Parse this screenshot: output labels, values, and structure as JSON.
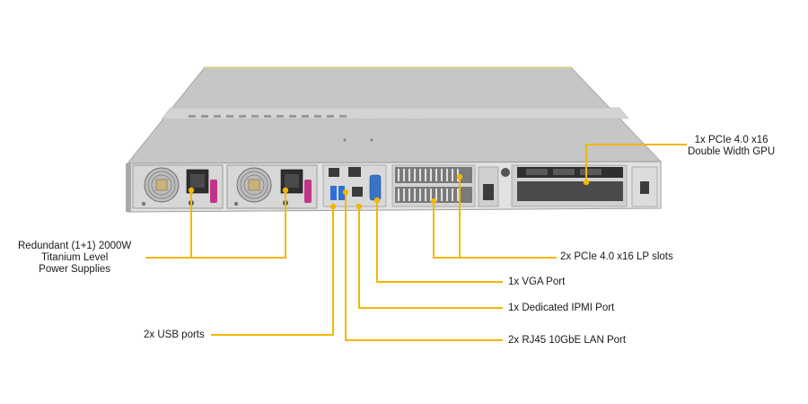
{
  "callouts": {
    "gpu": {
      "line1": "1x PCIe 4.0 x16",
      "line2": "Double Width GPU"
    },
    "psu": {
      "line1": "Redundant (1+1) 2000W",
      "line2": "Titanium Level",
      "line3": "Power Supplies"
    },
    "lp_slots": "2x PCIe 4.0 x16 LP slots",
    "vga": "1x VGA  Port",
    "ipmi": "1x Dedicated IPMI Port",
    "usb": "2x USB ports",
    "lan": "2x RJ45 10GbE LAN Port"
  },
  "colors": {
    "leader": "#f2b700",
    "chassis_top": "#c9c9c9",
    "chassis_panel": "#e3e3e3",
    "psu_latch": "#c2348a",
    "usb_blue": "#2f6fd6",
    "vga_blue": "#3a73c4"
  }
}
